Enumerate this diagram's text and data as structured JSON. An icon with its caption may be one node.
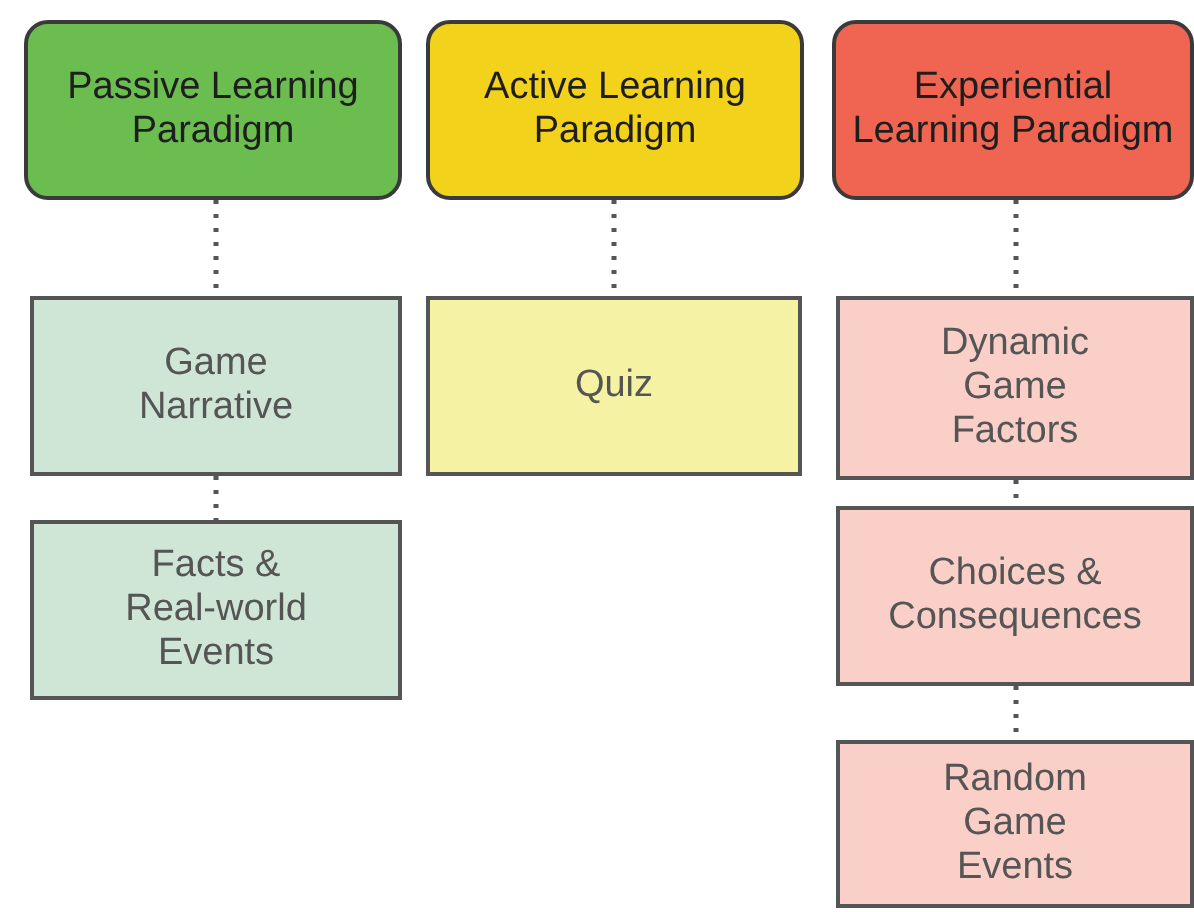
{
  "diagram": {
    "nodes": [
      {
        "text": [
          "Passive Learning Paradigm"
        ]
      },
      {
        "text": [
          "Active Learning Paradigm"
        ]
      },
      {
        "text": [
          "Experiential Learning Paradigm"
        ]
      },
      {
        "text": [
          "Game Narrative"
        ]
      },
      {
        "text": [
          "Quiz"
        ]
      },
      {
        "text": [
          "Dynamic Game Factors"
        ]
      },
      {
        "text": [
          "Facts & Real-world Events"
        ]
      },
      {
        "text": [
          "Choices & Consequences"
        ]
      },
      {
        "text": [
          "Random Game Events"
        ]
      }
    ],
    "edges": [
      {
        "from": 0,
        "to": 3,
        "arrow": "none",
        "style": "dashed"
      },
      {
        "from": 3,
        "to": 6,
        "arrow": "none",
        "style": "dashed"
      },
      {
        "from": 1,
        "to": 4,
        "arrow": "none",
        "style": "dashed"
      },
      {
        "from": 2,
        "to": 5,
        "arrow": "none",
        "style": "dashed"
      },
      {
        "from": 5,
        "to": 7,
        "arrow": "none",
        "style": "dashed"
      },
      {
        "from": 7,
        "to": 8,
        "arrow": "none",
        "style": "dashed"
      }
    ]
  }
}
